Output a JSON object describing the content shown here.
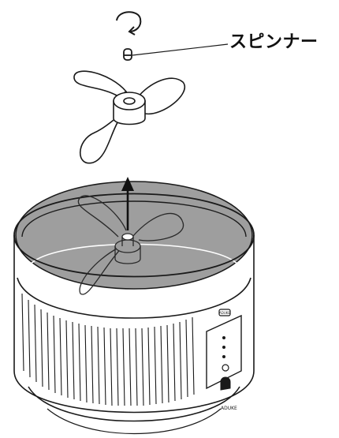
{
  "callout": {
    "label": "スピンナー"
  },
  "device": {
    "panel_logo": "ADUKE",
    "base_logo": "ADUKE"
  },
  "colors": {
    "outline": "#1a1a1a",
    "water_fill": "#9e9e9e",
    "background": "#ffffff"
  },
  "icons": [
    "rotate-arrow-icon",
    "up-arrow-icon"
  ]
}
